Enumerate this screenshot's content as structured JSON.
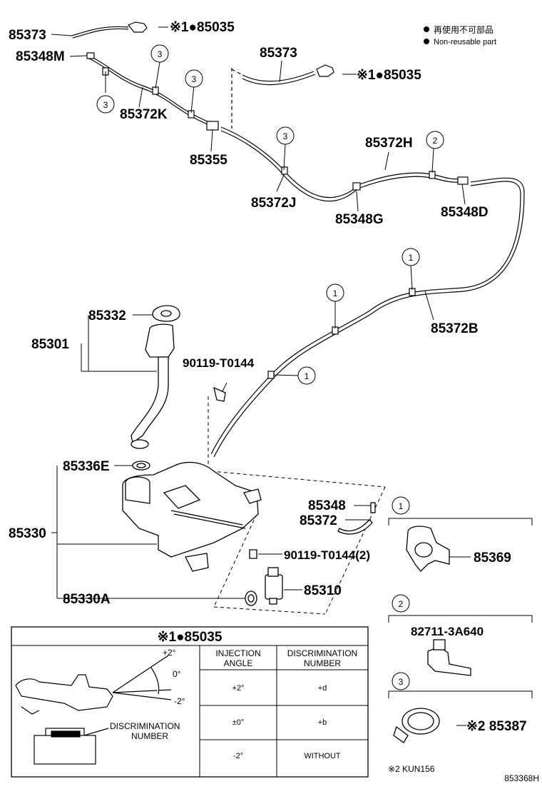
{
  "legend": {
    "line1": "再使用不可部品",
    "line2": "Non-reusable part"
  },
  "parts": {
    "p85373_a": "85373",
    "p85035_a": "※1●85035",
    "p85348M": "85348M",
    "p85372K": "85372K",
    "p85373_b": "85373",
    "p85035_b": "※1●85035",
    "p85355": "85355",
    "p85372H": "85372H",
    "p85372J": "85372J",
    "p85348G": "85348G",
    "p85348D": "85348D",
    "p85372B": "85372B",
    "p85332": "85332",
    "p85301": "85301",
    "p90119_a": "90119-T0144",
    "p85336E": "85336E",
    "p85348": "85348",
    "p85372": "85372",
    "p85330": "85330",
    "p90119_b": "90119-T0144(2)",
    "p85369": "85369",
    "p85310": "85310",
    "p85330A": "85330A",
    "p82711": "82711-3A640",
    "p85387": "※2 85387"
  },
  "callouts": {
    "c1": "1",
    "c2": "2",
    "c3": "3"
  },
  "detail_box": {
    "title": "※1●85035",
    "angle_plus2": "+2°",
    "angle_0": "0°",
    "angle_minus2": "-2°",
    "discrimination_label_1": "DISCRIMINATION",
    "discrimination_label_2": "NUMBER",
    "table": {
      "headers": [
        [
          "INJECTION",
          "ANGLE"
        ],
        [
          "DISCRIMINATION",
          "NUMBER"
        ]
      ],
      "rows": [
        [
          "+2°",
          "+d"
        ],
        [
          "±0°",
          "+b"
        ],
        [
          "-2°",
          "WITHOUT"
        ]
      ]
    }
  },
  "footnote": "※2 KUN156",
  "figure_id": "853368H"
}
